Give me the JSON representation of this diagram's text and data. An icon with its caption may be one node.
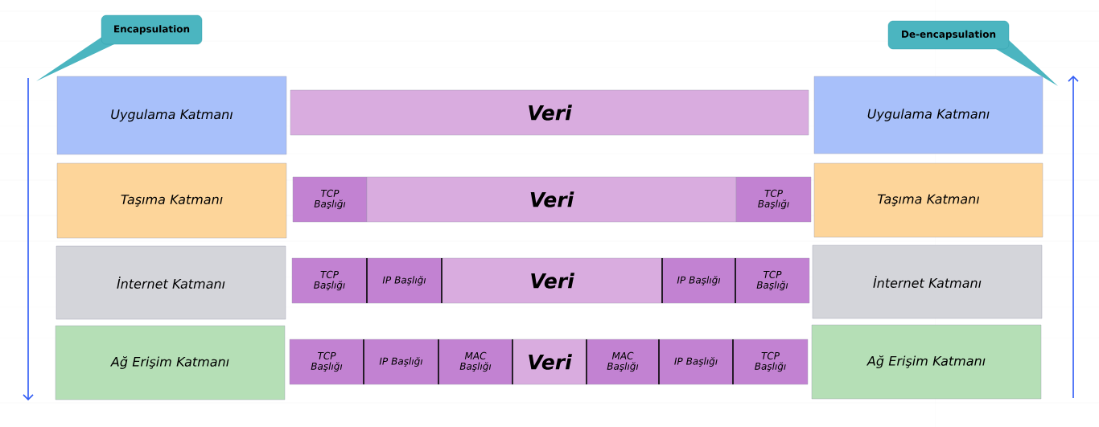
{
  "diagram": {
    "nodes": [
      {
        "text": [
          "Encapsulation"
        ]
      },
      {
        "text": [
          "De-encapsulation"
        ]
      },
      {
        "text": [
          "Uygulama Katmanı"
        ]
      },
      {
        "text": [
          "Veri"
        ]
      },
      {
        "text": [
          "Uygulama Katmanı"
        ]
      },
      {
        "text": [
          "Taşıma Katmanı"
        ]
      },
      {
        "text": [
          "TCP Başlığı"
        ]
      },
      {
        "text": [
          "Veri"
        ]
      },
      {
        "text": [
          "TCP Başlığı"
        ]
      },
      {
        "text": [
          "Taşıma Katmanı"
        ]
      },
      {
        "text": [
          "İnternet Katmanı"
        ]
      },
      {
        "text": [
          "TCP Başlığı"
        ]
      },
      {
        "text": [
          "IP Başlığı"
        ]
      },
      {
        "text": [
          "Veri"
        ]
      },
      {
        "text": [
          "IP Başlığı"
        ]
      },
      {
        "text": [
          "TCP Başlığı"
        ]
      },
      {
        "text": [
          "İnternet Katmanı"
        ]
      },
      {
        "text": [
          "Ağ Erişim Katmanı"
        ]
      },
      {
        "text": [
          "TCP Başlığı"
        ]
      },
      {
        "text": [
          "IP Başlığı"
        ]
      },
      {
        "text": [
          "MAC Başlığı"
        ]
      },
      {
        "text": [
          "Veri"
        ]
      },
      {
        "text": [
          "MAC Başlığı"
        ]
      },
      {
        "text": [
          "IP Başlığı"
        ]
      },
      {
        "text": [
          "TCP Başlığı"
        ]
      },
      {
        "text": [
          "Ağ Erişim Katmanı"
        ]
      }
    ]
  }
}
